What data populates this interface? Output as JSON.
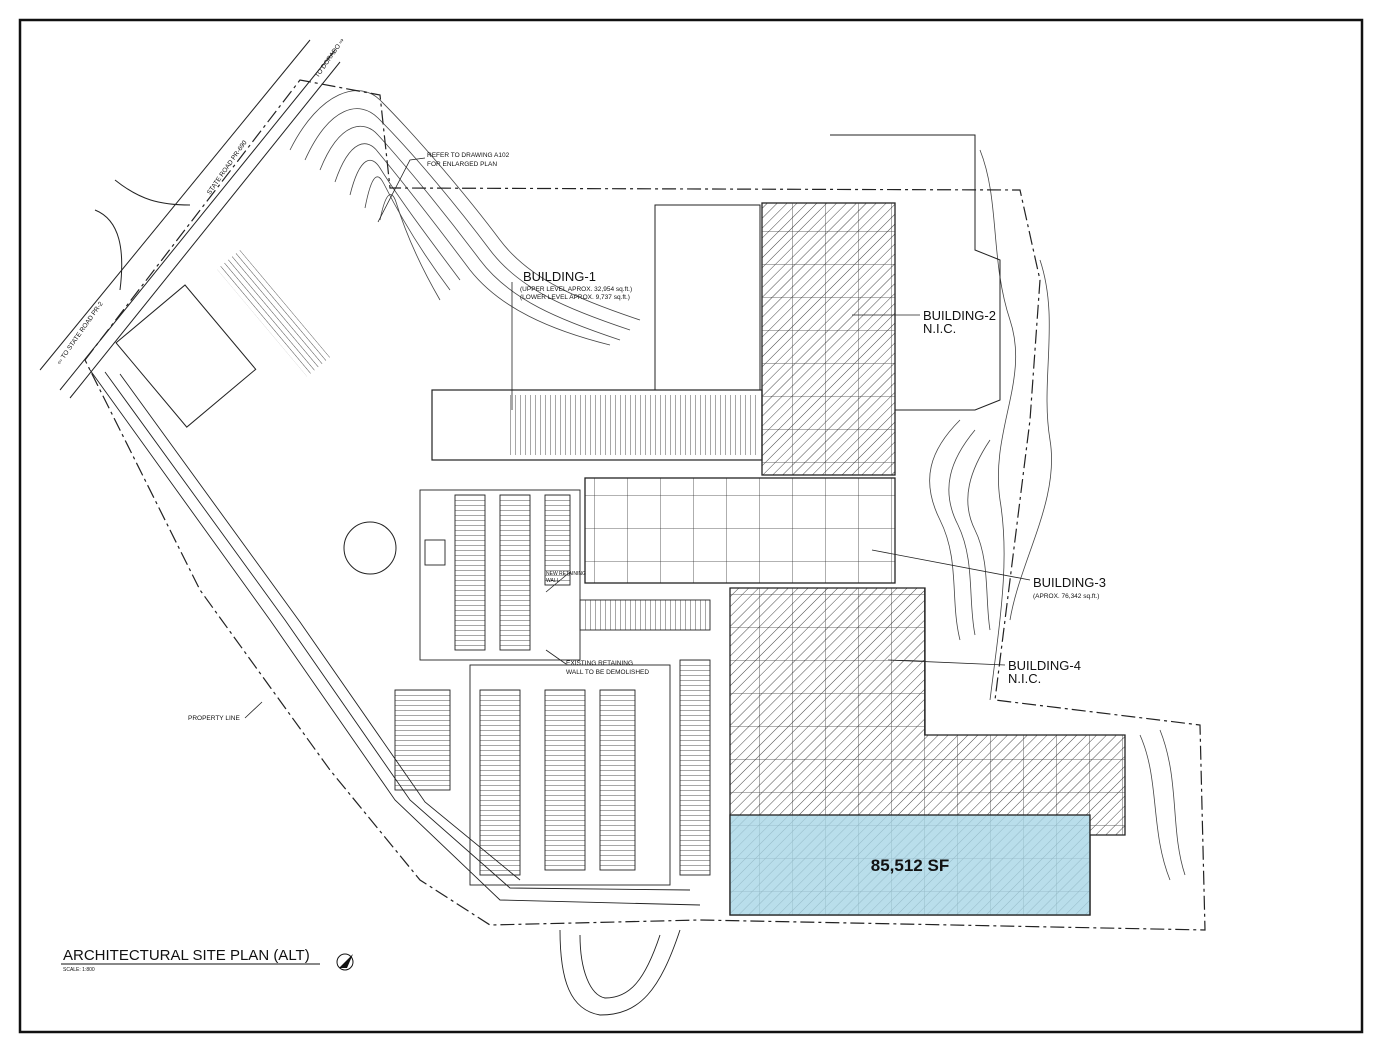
{
  "title": "ARCHITECTURAL SITE PLAN (ALT)",
  "scale": "SCALE: 1:800",
  "highlight": {
    "area_label": "85,512 SF",
    "fill": "#a8d6e6"
  },
  "buildings": [
    {
      "name": "BUILDING-1",
      "lines": [
        "(UPPER LEVEL APROX. 32,954 sq.ft.)",
        "(LOWER LEVEL APROX. 9,737 sq.ft.)"
      ]
    },
    {
      "name": "BUILDING-2",
      "lines": [
        "N.I.C."
      ]
    },
    {
      "name": "BUILDING-3",
      "lines": [
        "(APROX. 76,342 sq.ft.)"
      ]
    },
    {
      "name": "BUILDING-4",
      "lines": [
        "N.I.C."
      ]
    }
  ],
  "notes": {
    "refer": [
      "REFER TO DRAWING A102",
      "FOR ENLARGED PLAN"
    ],
    "new_wall": [
      "NEW RETAINING",
      "WALL"
    ],
    "existing_wall": [
      "EXISTING RETAINING",
      "WALL TO BE DEMOLISHED"
    ],
    "property_line": "PROPERTY LINE"
  },
  "roads": {
    "to_dorado": "TO DORADO ⇨",
    "state_road_690": "STATE ROAD PR-690",
    "to_state_road_2": "⇦ TO STATE ROAD PR-2"
  },
  "colors": {
    "line": "#222222",
    "frame": "#111111"
  },
  "icons": {
    "north_arrow": "north-arrow-icon"
  }
}
